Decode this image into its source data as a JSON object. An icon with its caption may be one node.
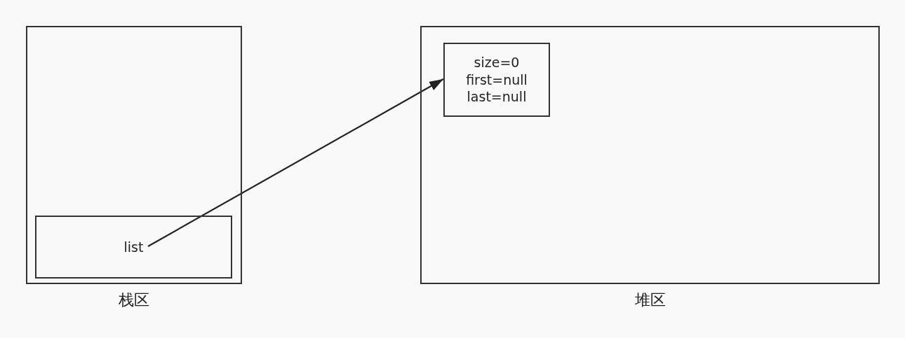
{
  "diagram": {
    "nodes": [
      {
        "text": [
          "栈区"
        ]
      },
      {
        "text": [
          "list"
        ],
        "in": 0
      },
      {
        "text": [
          "堆区"
        ]
      },
      {
        "text": [
          "size=0",
          "first=null",
          "last=null"
        ],
        "in": 2
      }
    ],
    "edges": [
      {
        "from": 1,
        "to": 3,
        "arrow": "to"
      }
    ]
  }
}
